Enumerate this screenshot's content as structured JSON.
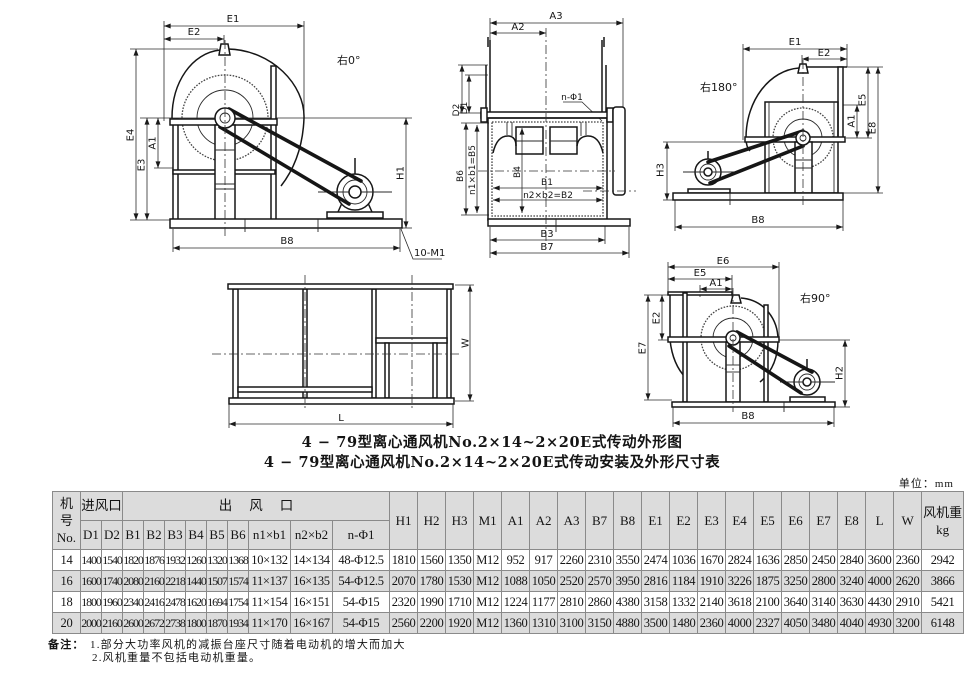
{
  "document": {
    "title_drawing": "4 − 79型离心通风机No.2×14~2×20E式传动外形图",
    "title_table": "4 − 79型离心通风机No.2×14~2×20E式传动安装及外形尺寸表",
    "unit": "单位：mm"
  },
  "drawings": {
    "side_right_0": {
      "orientation": "右0°",
      "E1": "E1",
      "E2": "E2",
      "E3": "E3",
      "E4": "E4",
      "A1": "A1",
      "H1": "H1",
      "B8": "B8",
      "bolts": "10-M1"
    },
    "front": {
      "A3": "A3",
      "A2": "A2",
      "D2": "D2",
      "D1": "D1",
      "B6": "B6",
      "B5": "n1×b1=B5",
      "B4": "B4",
      "B1": "B1",
      "B2": "n2×b2=B2",
      "B3": "B3",
      "B7": "B7",
      "holes": "n-Φ1"
    },
    "side_right_180": {
      "orientation": "右180°",
      "E1": "E1",
      "E2": "E2",
      "E5": "E5",
      "A1": "A1",
      "E8": "E8",
      "H3": "H3",
      "B8": "B8"
    },
    "side_right_90": {
      "orientation": "右90°",
      "E6": "E6",
      "E5": "E5",
      "A1": "A1",
      "E2": "E2",
      "E7": "E7",
      "H2": "H2",
      "B8": "B8"
    },
    "base_frame": {
      "W": "W",
      "L": "L"
    }
  },
  "table": {
    "header": {
      "model": [
        "机",
        "号",
        "No."
      ],
      "inlet": "进风口",
      "outlet": "出风口",
      "inlet_cols": [
        "D1",
        "D2"
      ],
      "outlet_cols": [
        "B1",
        "B2",
        "B3",
        "B4",
        "B5",
        "B6",
        "n1×b1",
        "n2×b2",
        "n-Φ1"
      ],
      "other_cols": [
        "H1",
        "H2",
        "H3",
        "M1",
        "A1",
        "A2",
        "A3",
        "B7",
        "B8",
        "E1",
        "E2",
        "E3",
        "E4",
        "E5",
        "E6",
        "E7",
        "E8",
        "L",
        "W"
      ],
      "weight": [
        "风机重",
        "kg"
      ]
    },
    "rows": [
      [
        "14",
        "1400",
        "1540",
        "1820",
        "1876",
        "1932",
        "1260",
        "1320",
        "1368",
        "10×132",
        "14×134",
        "48-Φ12.5",
        "1810",
        "1560",
        "1350",
        "M12",
        "952",
        "917",
        "2260",
        "2310",
        "3550",
        "2474",
        "1036",
        "1670",
        "2824",
        "1636",
        "2850",
        "2450",
        "2840",
        "3600",
        "2360",
        "2942"
      ],
      [
        "16",
        "1600",
        "1740",
        "2080",
        "2160",
        "2218",
        "1440",
        "1507",
        "1574",
        "11×137",
        "16×135",
        "54-Φ12.5",
        "2070",
        "1780",
        "1530",
        "M12",
        "1088",
        "1050",
        "2520",
        "2570",
        "3950",
        "2816",
        "1184",
        "1910",
        "3226",
        "1875",
        "3250",
        "2800",
        "3240",
        "4000",
        "2620",
        "3866"
      ],
      [
        "18",
        "1800",
        "1960",
        "2340",
        "2416",
        "2478",
        "1620",
        "1694",
        "1754",
        "11×154",
        "16×151",
        "54-Φ15",
        "2320",
        "1990",
        "1710",
        "M12",
        "1224",
        "1177",
        "2810",
        "2860",
        "4380",
        "3158",
        "1332",
        "2140",
        "3618",
        "2100",
        "3640",
        "3140",
        "3630",
        "4430",
        "2910",
        "5421"
      ],
      [
        "20",
        "2000",
        "2160",
        "2600",
        "2672",
        "2738",
        "1800",
        "1870",
        "1934",
        "11×170",
        "16×167",
        "54-Φ15",
        "2560",
        "2200",
        "1920",
        "M12",
        "1360",
        "1310",
        "3100",
        "3150",
        "4880",
        "3500",
        "1480",
        "2360",
        "4000",
        "2327",
        "4050",
        "3480",
        "4040",
        "4930",
        "3200",
        "6148"
      ]
    ]
  },
  "notes": {
    "label": "备注：",
    "items": [
      "1.部分大功率风机的减振台座尺寸随着电动机的增大而加大",
      "2.风机重量不包括电动机重量。"
    ]
  }
}
